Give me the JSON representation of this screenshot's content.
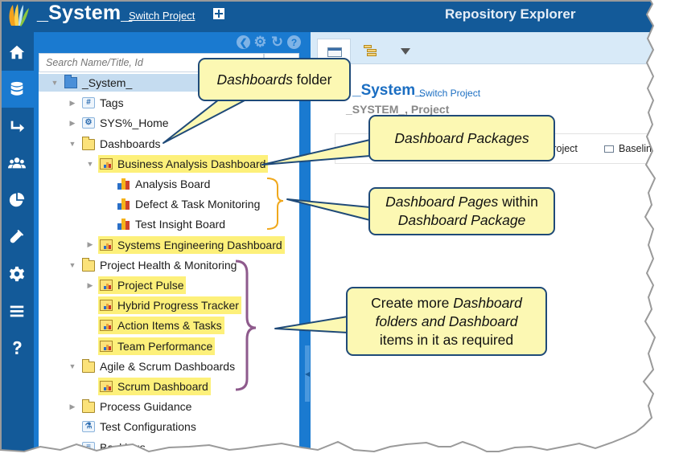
{
  "header": {
    "project_name": "_System_",
    "switch_project_label": "Switch Project",
    "add_label": "+",
    "page_title": "Repository Explorer"
  },
  "sidenav": {
    "items": [
      {
        "name": "home",
        "icon": "home-icon",
        "active": false
      },
      {
        "name": "repository",
        "icon": "database-icon",
        "active": true
      },
      {
        "name": "traceability",
        "icon": "arrow-right-icon",
        "active": false
      },
      {
        "name": "users",
        "icon": "users-icon",
        "active": false
      },
      {
        "name": "reports",
        "icon": "pie-chart-icon",
        "active": false
      },
      {
        "name": "testing",
        "icon": "test-tube-icon",
        "active": false
      },
      {
        "name": "settings",
        "icon": "gear-icon",
        "active": false
      },
      {
        "name": "menu",
        "icon": "hamburger-icon",
        "active": false
      },
      {
        "name": "help",
        "icon": "question-icon",
        "active": false
      }
    ]
  },
  "tree_panel": {
    "tools": [
      "back-icon",
      "gear-icon",
      "refresh-icon",
      "help-icon"
    ],
    "search_placeholder": "Search Name/Title, Id",
    "nodes": [
      {
        "label": "_System_",
        "level": 0,
        "expanded": true,
        "icon": "open-folder",
        "selected": true,
        "highlight": false
      },
      {
        "label": "Tags",
        "level": 1,
        "expanded": false,
        "icon": "hash-box",
        "highlight": false
      },
      {
        "label": "SYS%_Home",
        "level": 1,
        "expanded": false,
        "icon": "gear-box",
        "highlight": false
      },
      {
        "label": "Dashboards",
        "level": 1,
        "expanded": true,
        "icon": "folder",
        "highlight": false
      },
      {
        "label": "Business Analysis Dashboard",
        "level": 2,
        "expanded": true,
        "icon": "dashboard-package",
        "highlight": true
      },
      {
        "label": "Analysis Board",
        "level": 3,
        "icon": "dashboard-page",
        "highlight": false
      },
      {
        "label": "Defect & Task Monitoring",
        "level": 3,
        "icon": "dashboard-page",
        "highlight": false
      },
      {
        "label": "Test Insight Board",
        "level": 3,
        "icon": "dashboard-page",
        "highlight": false
      },
      {
        "label": "Systems Engineering Dashboard",
        "level": 2,
        "expanded": false,
        "icon": "dashboard-package",
        "highlight": true
      },
      {
        "label": "Project Health & Monitoring",
        "level": 1,
        "expanded": true,
        "icon": "folder",
        "highlight": false
      },
      {
        "label": "Project Pulse",
        "level": 2,
        "expanded": false,
        "icon": "dashboard-package",
        "highlight": true
      },
      {
        "label": "Hybrid Progress Tracker",
        "level": 2,
        "icon": "dashboard-package",
        "highlight": true
      },
      {
        "label": "Action Items & Tasks",
        "level": 2,
        "icon": "dashboard-package",
        "highlight": true
      },
      {
        "label": "Team Performance",
        "level": 2,
        "icon": "dashboard-package",
        "highlight": true
      },
      {
        "label": "Agile & Scrum Dashboards",
        "level": 1,
        "expanded": true,
        "icon": "folder",
        "highlight": false
      },
      {
        "label": "Scrum Dashboard",
        "level": 2,
        "icon": "dashboard-package",
        "highlight": true
      },
      {
        "label": "Process Guidance",
        "level": 1,
        "expanded": false,
        "icon": "folder",
        "highlight": false
      },
      {
        "label": "Test Configurations",
        "level": 1,
        "icon": "test-config",
        "highlight": false
      },
      {
        "label": "Backlogs",
        "level": 1,
        "icon": "backlog",
        "highlight": false
      }
    ]
  },
  "main": {
    "project_name": "_System_",
    "switch_project_label": "Switch Project",
    "project_subtitle": "_SYSTEM_, Project",
    "tabs": [
      {
        "label": "Project",
        "icon": "project-icon"
      },
      {
        "label": "Baseline",
        "icon": "baseline-icon"
      }
    ]
  },
  "callouts": {
    "dashboards_folder": {
      "em": "Dashboards",
      "rest": " folder"
    },
    "dashboard_packages": {
      "em": "Dashboard Packages"
    },
    "dashboard_pages": {
      "em1": "Dashboard Pages",
      "rest1": " within",
      "em2": "Dashboard Package"
    },
    "create_more": {
      "line1_plain": "Create more ",
      "line1_em": "Dashboard",
      "line2": "folders and Dashboard",
      "line3": "items in it as required"
    }
  },
  "colors": {
    "header_bg": "#135a99",
    "panel_bg": "#1a7ad0",
    "highlight": "#fdf07a",
    "callout_bg": "#fcf8b3",
    "callout_border": "#1f4a78",
    "brace_orange": "#f0a81c",
    "brace_purple": "#8e5a8c"
  }
}
